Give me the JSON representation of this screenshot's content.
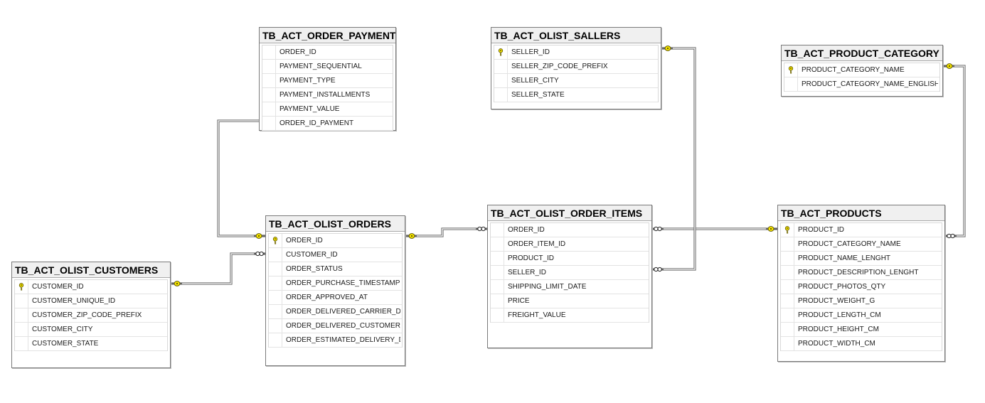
{
  "diagram": {
    "tables": [
      {
        "id": "order_payments",
        "name": "TB_ACT_ORDER_PAYMENTS",
        "columns": [
          {
            "name": "ORDER_ID",
            "pk": false
          },
          {
            "name": "PAYMENT_SEQUENTIAL",
            "pk": false
          },
          {
            "name": "PAYMENT_TYPE",
            "pk": false
          },
          {
            "name": "PAYMENT_INSTALLMENTS",
            "pk": false
          },
          {
            "name": "PAYMENT_VALUE",
            "pk": false
          },
          {
            "name": "ORDER_ID_PAYMENT",
            "pk": false
          }
        ]
      },
      {
        "id": "olist_sallers",
        "name": "TB_ACT_OLIST_SALLERS",
        "columns": [
          {
            "name": "SELLER_ID",
            "pk": true
          },
          {
            "name": "SELLER_ZIP_CODE_PREFIX",
            "pk": false
          },
          {
            "name": "SELLER_CITY",
            "pk": false
          },
          {
            "name": "SELLER_STATE",
            "pk": false
          }
        ]
      },
      {
        "id": "product_category",
        "name": "TB_ACT_PRODUCT_CATEGORY",
        "columns": [
          {
            "name": "PRODUCT_CATEGORY_NAME",
            "pk": true
          },
          {
            "name": "PRODUCT_CATEGORY_NAME_ENGLISH",
            "pk": false
          }
        ]
      },
      {
        "id": "olist_orders",
        "name": "TB_ACT_OLIST_ORDERS",
        "columns": [
          {
            "name": "ORDER_ID",
            "pk": true
          },
          {
            "name": "CUSTOMER_ID",
            "pk": false
          },
          {
            "name": "ORDER_STATUS",
            "pk": false
          },
          {
            "name": "ORDER_PURCHASE_TIMESTAMP",
            "pk": false
          },
          {
            "name": "ORDER_APPROVED_AT",
            "pk": false
          },
          {
            "name": "ORDER_DELIVERED_CARRIER_DATE",
            "pk": false
          },
          {
            "name": "ORDER_DELIVERED_CUSTOMER_D...",
            "pk": false
          },
          {
            "name": "ORDER_ESTIMATED_DELIVERY_DA...",
            "pk": false
          }
        ]
      },
      {
        "id": "olist_order_items",
        "name": "TB_ACT_OLIST_ORDER_ITEMS",
        "columns": [
          {
            "name": "ORDER_ID",
            "pk": false
          },
          {
            "name": "ORDER_ITEM_ID",
            "pk": false
          },
          {
            "name": "PRODUCT_ID",
            "pk": false
          },
          {
            "name": "SELLER_ID",
            "pk": false
          },
          {
            "name": "SHIPPING_LIMIT_DATE",
            "pk": false
          },
          {
            "name": "PRICE",
            "pk": false
          },
          {
            "name": "FREIGHT_VALUE",
            "pk": false
          }
        ]
      },
      {
        "id": "products",
        "name": "TB_ACT_PRODUCTS",
        "columns": [
          {
            "name": "PRODUCT_ID",
            "pk": true
          },
          {
            "name": "PRODUCT_CATEGORY_NAME",
            "pk": false
          },
          {
            "name": "PRODUCT_NAME_LENGHT",
            "pk": false
          },
          {
            "name": "PRODUCT_DESCRIPTION_LENGHT",
            "pk": false
          },
          {
            "name": "PRODUCT_PHOTOS_QTY",
            "pk": false
          },
          {
            "name": "PRODUCT_WEIGHT_G",
            "pk": false
          },
          {
            "name": "PRODUCT_LENGTH_CM",
            "pk": false
          },
          {
            "name": "PRODUCT_HEIGHT_CM",
            "pk": false
          },
          {
            "name": "PRODUCT_WIDTH_CM",
            "pk": false
          }
        ]
      },
      {
        "id": "olist_customers",
        "name": "TB_ACT_OLIST_CUSTOMERS",
        "columns": [
          {
            "name": "CUSTOMER_ID",
            "pk": true
          },
          {
            "name": "CUSTOMER_UNIQUE_ID",
            "pk": false
          },
          {
            "name": "CUSTOMER_ZIP_CODE_PREFIX",
            "pk": false
          },
          {
            "name": "CUSTOMER_CITY",
            "pk": false
          },
          {
            "name": "CUSTOMER_STATE",
            "pk": false
          }
        ]
      }
    ],
    "relationships": [
      {
        "one": "olist_orders",
        "many": "order_payments"
      },
      {
        "one": "olist_customers",
        "many": "olist_orders"
      },
      {
        "one": "olist_orders",
        "many": "olist_order_items"
      },
      {
        "one": "products",
        "many": "olist_order_items"
      },
      {
        "one": "olist_sallers",
        "many": "olist_order_items"
      },
      {
        "one": "product_category",
        "many": "products"
      }
    ],
    "icons": {
      "primary_key": "key-icon",
      "one_end": "key-end-icon",
      "many_end": "infinity-end-icon"
    },
    "colors": {
      "header_bg": "#f0f0f0",
      "border": "#7a7a7a",
      "key_yellow": "#f5e400",
      "connector": "#555555"
    }
  }
}
